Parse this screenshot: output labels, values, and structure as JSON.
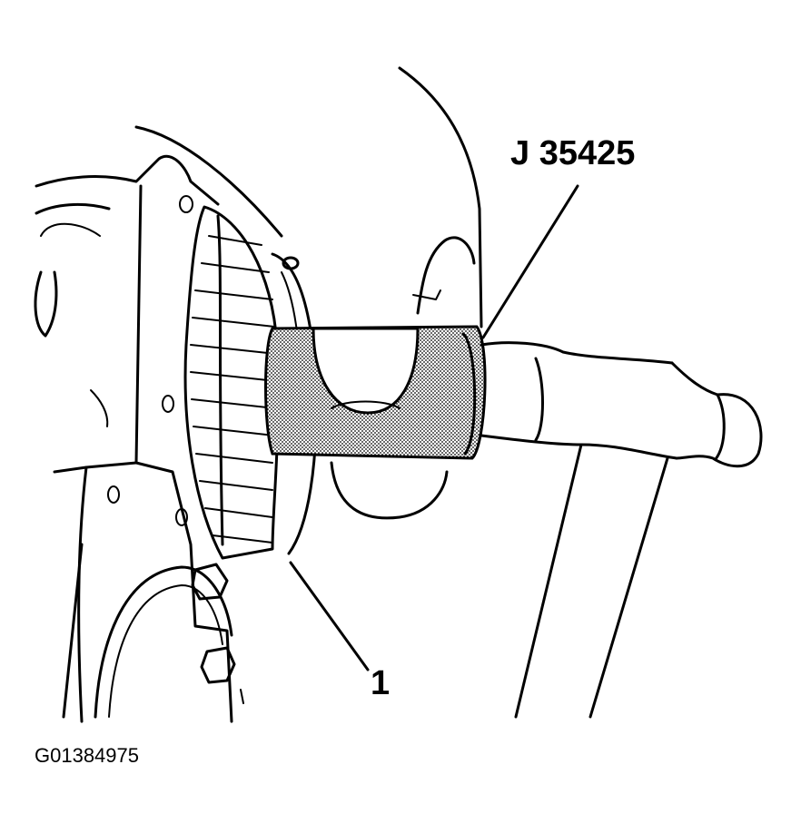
{
  "callouts": {
    "tool_label": "J 35425",
    "part_label": "1"
  },
  "figure": {
    "id": "G01384975"
  },
  "colors": {
    "ink": "#000000",
    "background": "#ffffff",
    "tool_fill": "#c9c9c9"
  }
}
